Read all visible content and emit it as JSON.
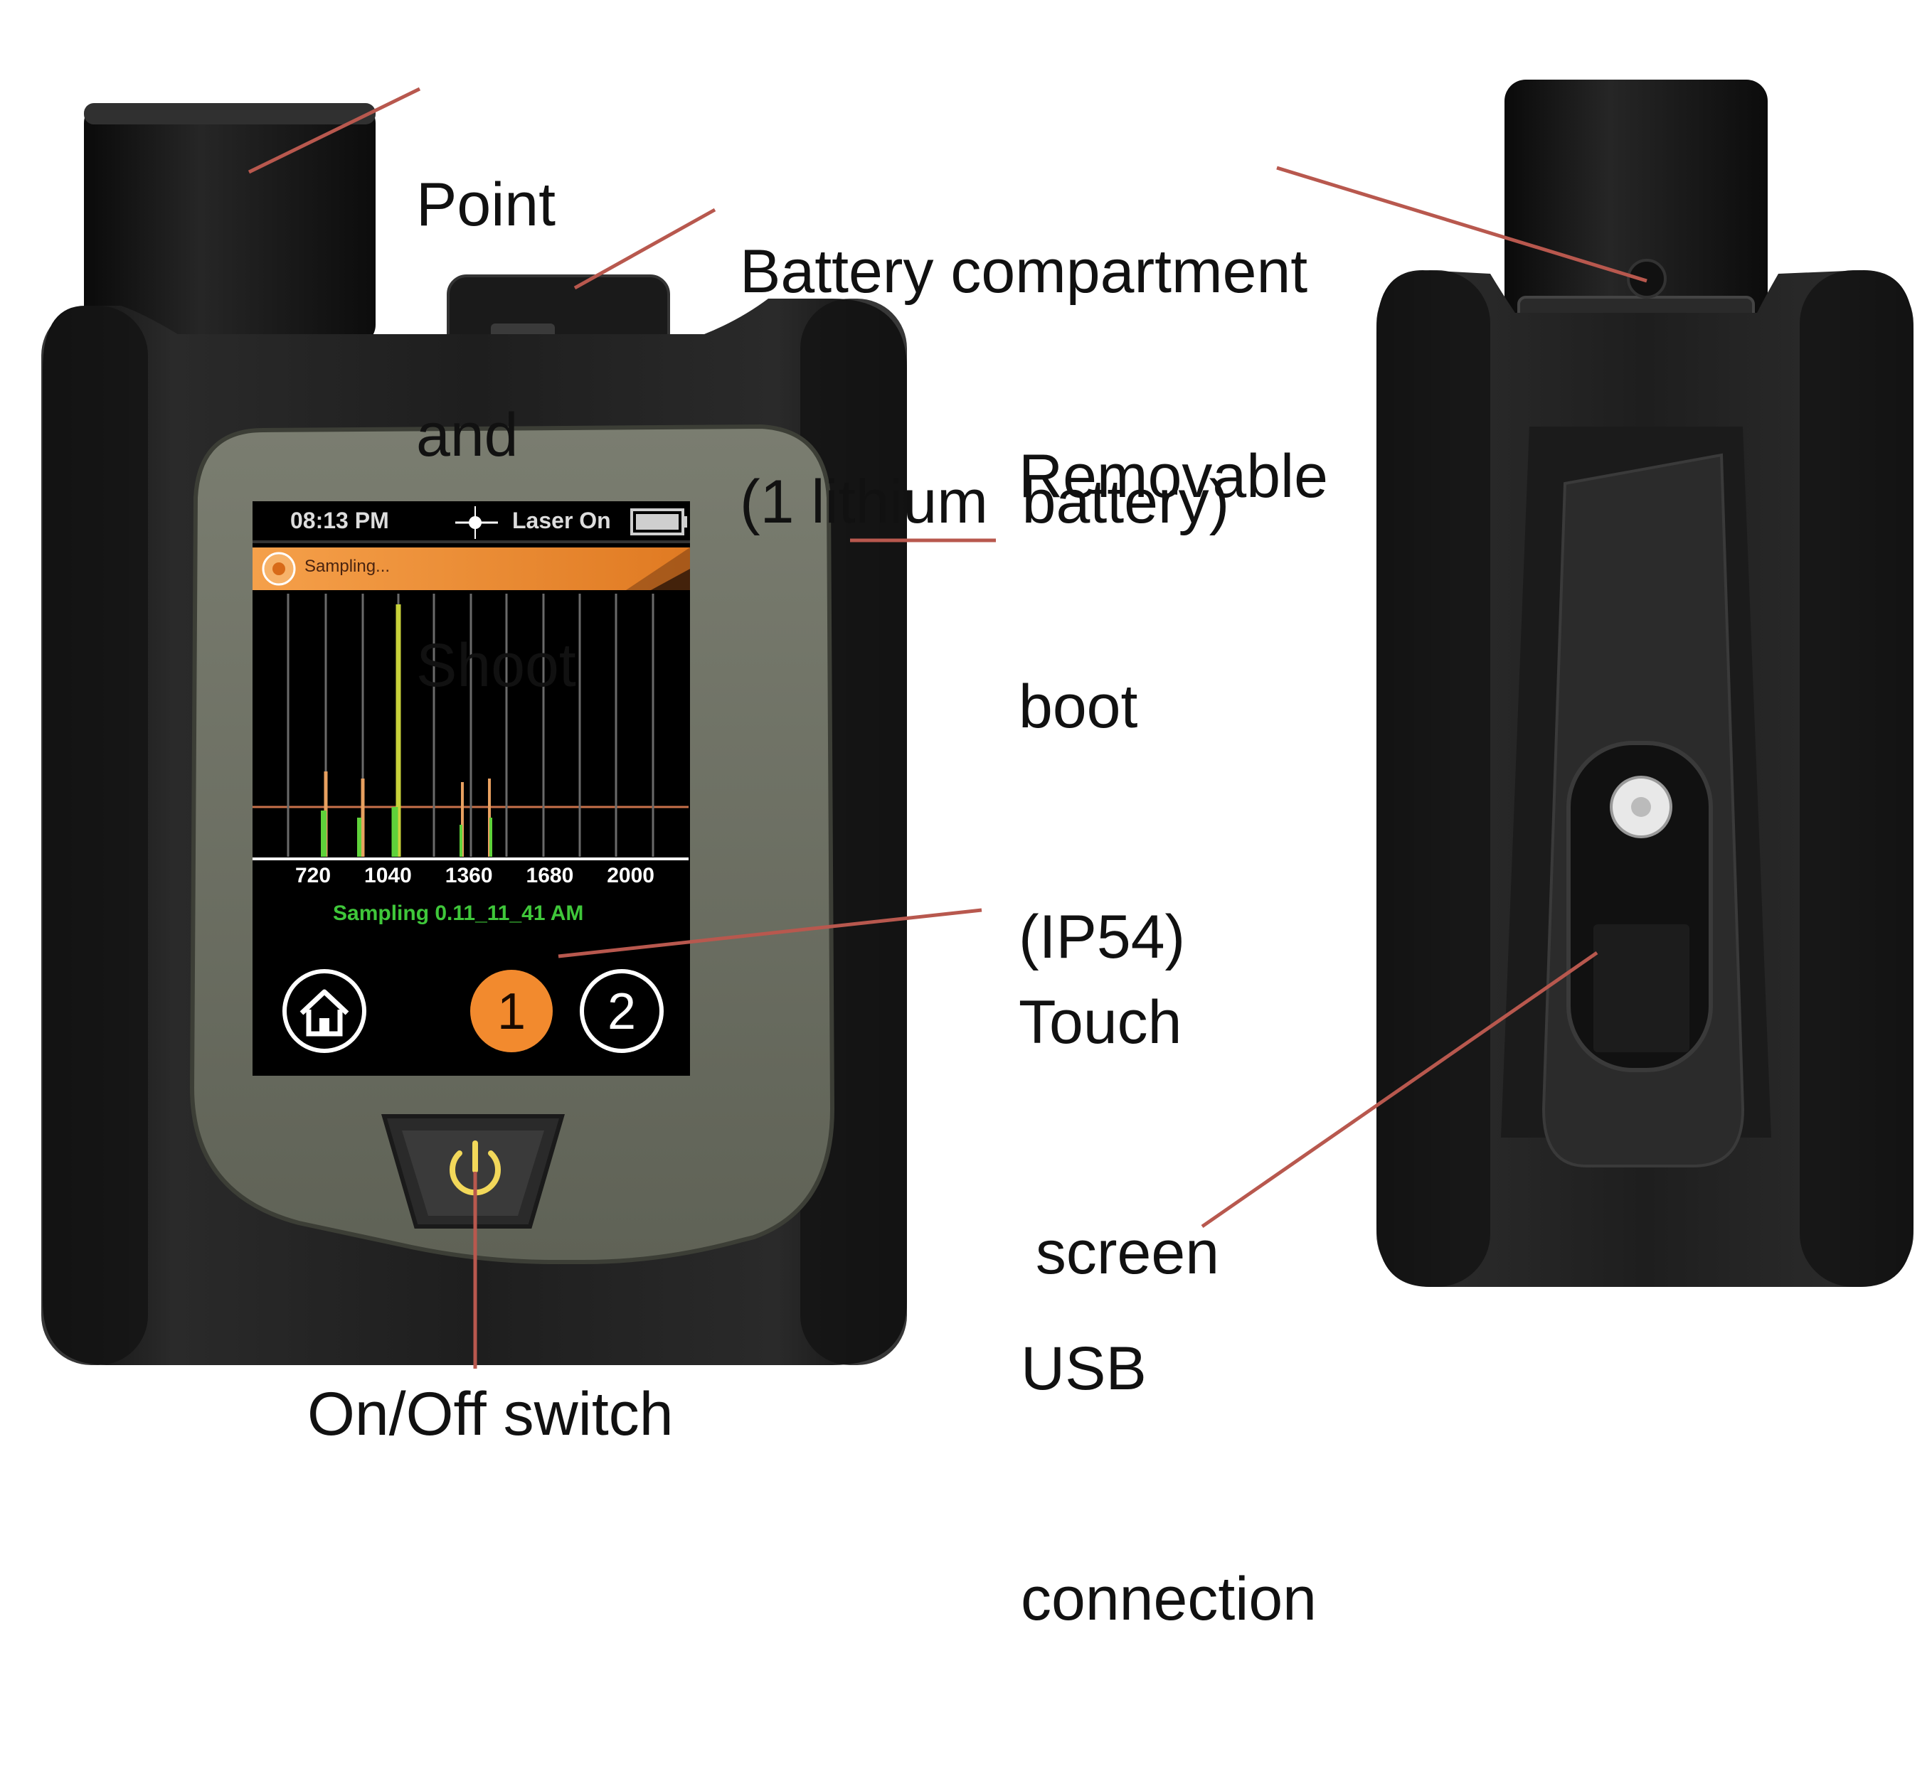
{
  "colors": {
    "background": "#ffffff",
    "boot": "#1c1c1c",
    "face": "#6d7064",
    "screen": "#000000",
    "accent_orange": "#f28a2e",
    "spectrum_green": "#5fd23a",
    "spectrum_yellow": "#c8d23a",
    "leader_line": "#b8584e"
  },
  "labels": {
    "point_and_shoot": [
      "Point",
      "and",
      "Shoot"
    ],
    "battery": [
      "Battery compartment",
      "(1 lithium  battery)"
    ],
    "removable_boot": [
      "Removable",
      "boot",
      "(IP54)"
    ],
    "touch_screen": [
      "Touch",
      " screen"
    ],
    "usb": [
      "USB",
      "connection"
    ],
    "on_off": "On/Off switch"
  },
  "screen": {
    "time": "08:13 PM",
    "status": "Laser On",
    "banner": "Sampling...",
    "x_ticks": [
      "720",
      "1040",
      "1360",
      "1680",
      "2000"
    ],
    "sample_text": "Sampling  0.11_11_41 AM",
    "btn_1": "1",
    "btn_2": "2"
  },
  "icons": {
    "home": "home-icon",
    "power": "power-icon",
    "laser": "laser-icon",
    "battery": "battery-icon",
    "warning": "warning-icon"
  }
}
